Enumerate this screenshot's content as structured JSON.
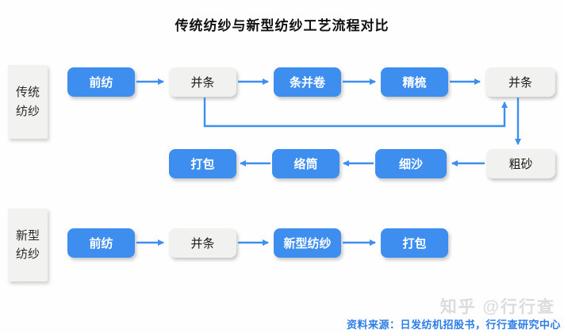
{
  "title": "传统纺纱与新型纺纱工艺流程对比",
  "colors": {
    "accent_blue": "#3e8ef0",
    "box_gray": "#f1f1ef",
    "source_text_blue": "#2c7de6",
    "watermark_gray": "#dcdcdc"
  },
  "lanes": {
    "traditional": {
      "line1": "传统",
      "line2": "纺纱"
    },
    "new": {
      "line1": "新型",
      "line2": "纺纱"
    }
  },
  "flows": {
    "traditional_top": [
      {
        "label": "前纺",
        "style": "blue"
      },
      {
        "label": "并条",
        "style": "gray"
      },
      {
        "label": "条并卷",
        "style": "blue"
      },
      {
        "label": "精梳",
        "style": "blue"
      },
      {
        "label": "并条",
        "style": "gray"
      }
    ],
    "traditional_bottom": [
      {
        "label": "打包",
        "style": "blue"
      },
      {
        "label": "络筒",
        "style": "blue"
      },
      {
        "label": "细沙",
        "style": "blue"
      },
      {
        "label": "粗砂",
        "style": "gray"
      }
    ],
    "new": [
      {
        "label": "前纺",
        "style": "blue"
      },
      {
        "label": "并条",
        "style": "gray"
      },
      {
        "label": "新型纺纱",
        "style": "blue"
      },
      {
        "label": "打包",
        "style": "blue"
      }
    ]
  },
  "edges": [
    {
      "from": "前纺",
      "to": "并条",
      "lane": "traditional"
    },
    {
      "from": "并条",
      "to": "条并卷",
      "lane": "traditional"
    },
    {
      "from": "条并卷",
      "to": "精梳",
      "lane": "traditional"
    },
    {
      "from": "精梳",
      "to": "并条",
      "lane": "traditional"
    },
    {
      "from": "并条",
      "to": "并条",
      "lane": "traditional-bypass"
    },
    {
      "from": "并条",
      "to": "粗砂",
      "lane": "traditional"
    },
    {
      "from": "粗砂",
      "to": "细沙",
      "lane": "traditional"
    },
    {
      "from": "细沙",
      "to": "络筒",
      "lane": "traditional"
    },
    {
      "from": "络筒",
      "to": "打包",
      "lane": "traditional"
    },
    {
      "from": "前纺",
      "to": "并条",
      "lane": "new"
    },
    {
      "from": "并条",
      "to": "新型纺纱",
      "lane": "new"
    },
    {
      "from": "新型纺纱",
      "to": "打包",
      "lane": "new"
    }
  ],
  "footer": {
    "watermark": "知乎 @行行查",
    "source": "资料来源：日发纺机招股书，行行查研究中心"
  }
}
